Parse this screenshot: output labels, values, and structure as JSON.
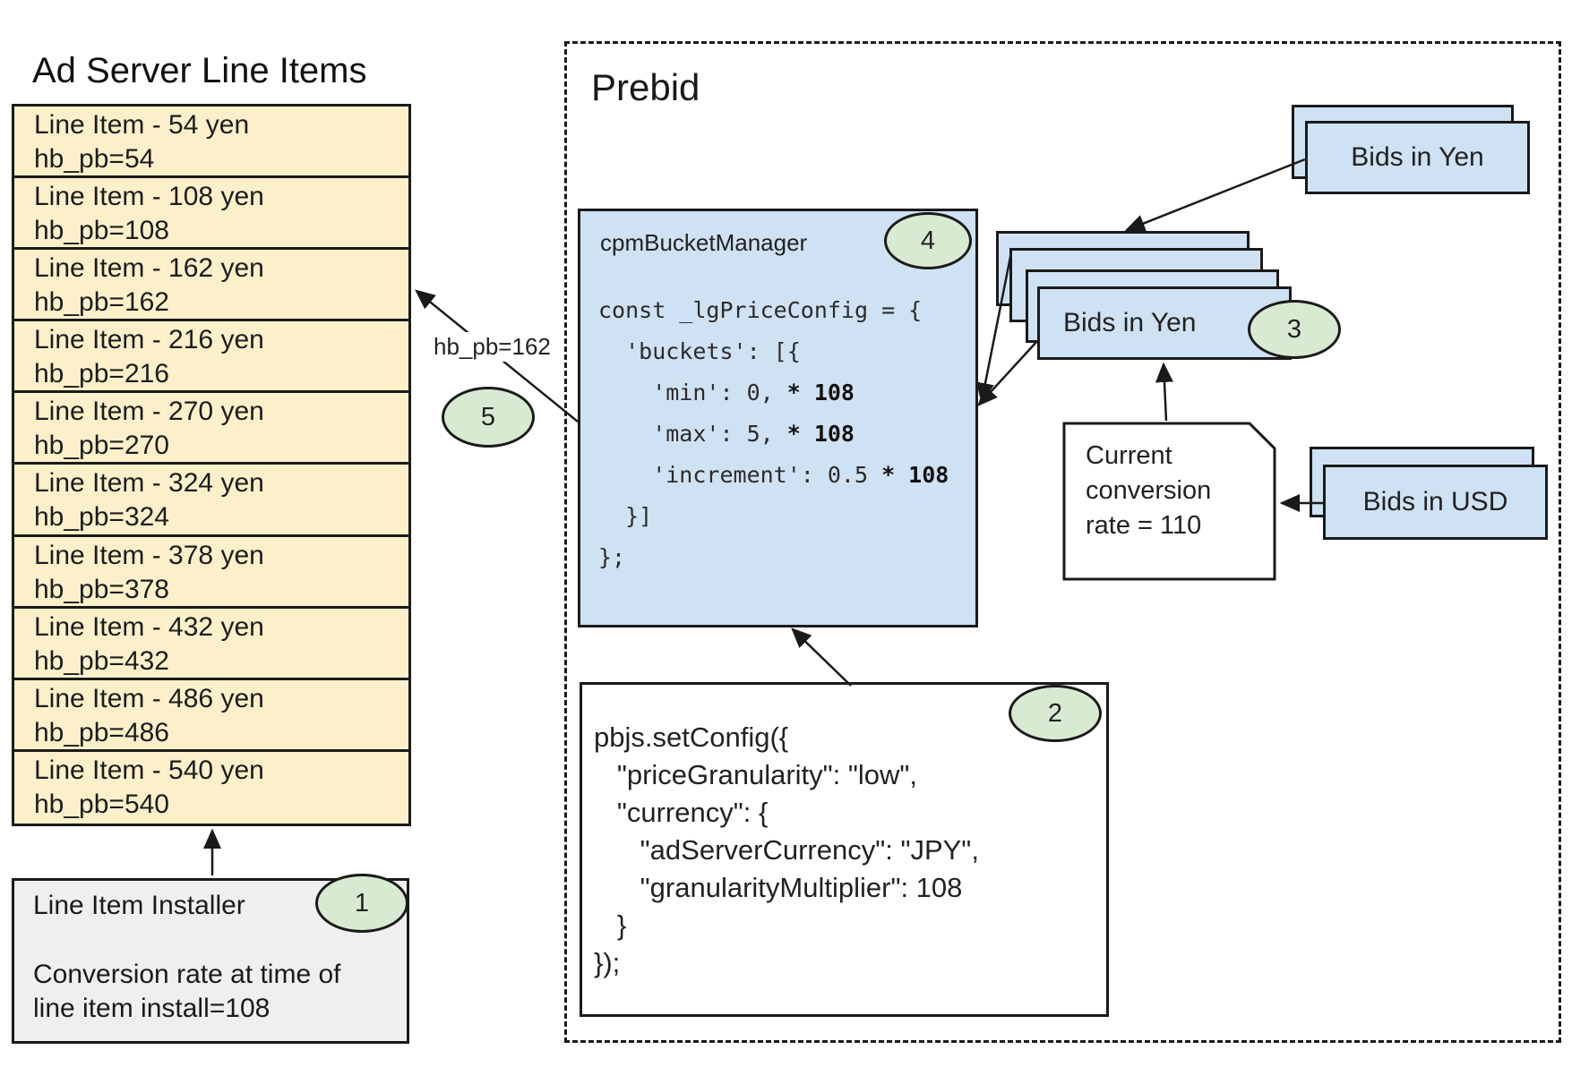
{
  "colors": {
    "line_item_fill": "#fbf0ca",
    "card_fill": "#cfe2f3",
    "badge_fill": "#d9ead3",
    "installer_fill": "#efefef",
    "border": "#1a1a1a"
  },
  "ad_server": {
    "title": "Ad Server Line Items",
    "line_items": [
      {
        "label": "Line Item - 54 yen",
        "key": "hb_pb=54"
      },
      {
        "label": "Line Item - 108 yen",
        "key": "hb_pb=108"
      },
      {
        "label": "Line Item - 162 yen",
        "key": "hb_pb=162"
      },
      {
        "label": "Line Item - 216 yen",
        "key": "hb_pb=216"
      },
      {
        "label": "Line Item - 270 yen",
        "key": "hb_pb=270"
      },
      {
        "label": "Line Item - 324 yen",
        "key": "hb_pb=324"
      },
      {
        "label": "Line Item - 378 yen",
        "key": "hb_pb=378"
      },
      {
        "label": "Line Item - 432 yen",
        "key": "hb_pb=432"
      },
      {
        "label": "Line Item - 486 yen",
        "key": "hb_pb=486"
      },
      {
        "label": "Line Item - 540 yen",
        "key": "hb_pb=540"
      }
    ],
    "installer": {
      "title": "Line Item Installer",
      "badge": "1",
      "note": "Conversion rate at time of\nline item install=108"
    }
  },
  "prebid": {
    "title": "Prebid",
    "bucket_manager": {
      "title": "cpmBucketManager",
      "badge": "4",
      "code": [
        {
          "t": "const _lgPriceConfig = {",
          "b": ""
        },
        {
          "t": "  'buckets': [{",
          "b": ""
        },
        {
          "t": "    'min': 0, ",
          "b": "* 108"
        },
        {
          "t": "    'max': 5, ",
          "b": "* 108"
        },
        {
          "t": "    'increment': 0.5 ",
          "b": "* 108"
        },
        {
          "t": "  }]",
          "b": ""
        },
        {
          "t": "};",
          "b": ""
        }
      ]
    },
    "set_config": {
      "badge": "2",
      "code": "pbjs.setConfig({\n   \"priceGranularity\": \"low\",\n   \"currency\": {\n      \"adServerCurrency\": \"JPY\",\n      \"granularityMultiplier\": 108\n   }\n});"
    },
    "bids_in_yen_incoming": {
      "label": "Bids in Yen"
    },
    "bids_in_yen_stack": {
      "label": "Bids in Yen",
      "badge": "3"
    },
    "bids_in_usd": {
      "label": "Bids in USD"
    },
    "conversion_note": {
      "text": "Current\nconversion\nrate = 110"
    },
    "arrow_label": "hb_pb=162",
    "badge_5": "5"
  }
}
